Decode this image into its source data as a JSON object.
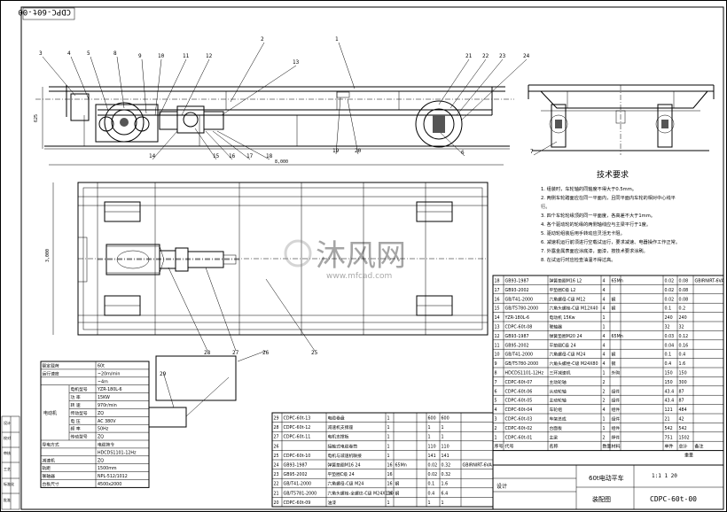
{
  "drawing_number_stamp": "CDPC-60t-00",
  "balloons_top": [
    "1",
    "2",
    "3",
    "4",
    "5",
    "6",
    "7",
    "8",
    "9",
    "10",
    "11",
    "12",
    "13",
    "14",
    "15",
    "16",
    "17",
    "18",
    "19",
    "20",
    "21",
    "22",
    "23",
    "24"
  ],
  "balloons_plan": [
    "25",
    "26",
    "27",
    "28",
    "29"
  ],
  "dims": {
    "overall_length": "8,000",
    "plan_width": "3,000",
    "side_height": "625"
  },
  "watermark": {
    "text": "沐风网",
    "url": "www.mfcad.com"
  },
  "tech_req": {
    "title": "技术要求",
    "items": [
      "1. 组装时，车轮轴的同轴度不得大于0.5mm。",
      "2. 两侧车轮踏面应在同一平面内，且同平面内车轮的相对中心线平",
      "   行。",
      "3. 四个车轮轮缘顶的同一平面度，各高差不大于1mm。",
      "4. 各个驱动轮的轮缘的两侧轴线应与主梁平行于1度。",
      "5. 驱动轮组装后用手转动应灵活无卡阻。",
      "6. 减速机运行前须进行空载试运行，要求减速、电器操作工作正常。",
      "7. 外露金属表面应涂底漆，面漆，按技术要求涂刷。",
      "8. 在试运行时应检查油温不得过高。"
    ]
  },
  "spec_table": {
    "rows": [
      [
        "额定载荷",
        "60t"
      ],
      [
        "运行速度",
        "~20m/min"
      ],
      [
        "",
        "~4m"
      ]
    ],
    "motor_group_label": "电动机",
    "motor_rows": [
      [
        "电机型号",
        "YZR-180L-6"
      ],
      [
        "功  率",
        "15KW"
      ],
      [
        "转  速",
        "970r/min"
      ],
      [
        "传动型号",
        "ZQ"
      ],
      [
        "电  压",
        "AC  380V"
      ],
      [
        "频  率",
        "50Hz"
      ],
      [
        "传动型号",
        "ZQ"
      ]
    ],
    "lower_rows": [
      [
        "导电方式",
        "电缆拖令"
      ],
      [
        "",
        "HDCDS1101-12Hz"
      ],
      [
        "减速机",
        "ZQ"
      ],
      [
        "轨距",
        "1500mm"
      ],
      [
        "联轴器",
        "NPL-512/1012"
      ],
      [
        "台板尺寸",
        "4500x2000"
      ]
    ]
  },
  "bom_upper": {
    "rows": [
      [
        "18",
        "GB93-1987",
        "弹簧垫圈M16 L2",
        "4",
        "65Mn",
        "",
        "0.02",
        "0.08",
        "GBIRNIRT-6VA"
      ],
      [
        "17",
        "GB93-2002",
        "平垫圈C级 L2",
        "4",
        "",
        "",
        "0.02",
        "0.08",
        ""
      ],
      [
        "16",
        "GB/T41-2000",
        "六角螺母-C级 M12",
        "4",
        "钢",
        "",
        "0.02",
        "0.08",
        ""
      ],
      [
        "15",
        "GB/T5780-2000",
        "六角头螺栓-C级 M12X40",
        "4",
        "钢",
        "",
        "0.1",
        "0.2",
        ""
      ],
      [
        "14",
        "YZR-180L-6",
        "电动机 15Kw",
        "1",
        "",
        "",
        "240",
        "240",
        ""
      ],
      [
        "13",
        "CDPC-60t-08",
        "联轴器",
        "1",
        "",
        "",
        "32",
        "32",
        ""
      ],
      [
        "12",
        "GB93-1987",
        "弹簧垫圈M20 24",
        "4",
        "65Mn",
        "",
        "0.03",
        "0.12",
        ""
      ],
      [
        "11",
        "GB95-2002",
        "平垫圈C级 24",
        "4",
        "",
        "",
        "0.04",
        "0.16",
        ""
      ],
      [
        "10",
        "GB/T41-2000",
        "六角螺母-C级 M24",
        "4",
        "钢",
        "",
        "0.1",
        "0.4",
        ""
      ],
      [
        "9",
        "GB/T5780-2000",
        "六角头螺栓-C级 M24X80",
        "4",
        "钢",
        "",
        "0.4",
        "1.6",
        ""
      ],
      [
        "8",
        "HDCDS1101-12Hz",
        "三环减速机",
        "1",
        "外购",
        "",
        "150",
        "150",
        ""
      ],
      [
        "7",
        "CDPC-60t-07",
        "主动轮轴",
        "2",
        "",
        "",
        "150",
        "300",
        ""
      ],
      [
        "6",
        "CDPC-60t-06",
        "从动轮轴",
        "2",
        "组件",
        "",
        "43.4",
        "87",
        ""
      ],
      [
        "5",
        "CDPC-60t-05",
        "主动轮轴",
        "2",
        "组件",
        "",
        "43.4",
        "87",
        ""
      ],
      [
        "4",
        "CDPC-60t-04",
        "车轮组",
        "4",
        "组件",
        "",
        "121",
        "484",
        ""
      ],
      [
        "3",
        "CDPC-60t-03",
        "车架总成",
        "1",
        "组件",
        "",
        "21",
        "42",
        ""
      ],
      [
        "2",
        "CDPC-60t-02",
        "台面板",
        "1",
        "组件",
        "",
        "542",
        "542",
        ""
      ],
      [
        "1",
        "CDPC-60t-01",
        "主梁",
        "2",
        "焊件",
        "",
        "751",
        "1502",
        ""
      ]
    ],
    "header": [
      "序号",
      "代号",
      "名称",
      "数量",
      "材料",
      "",
      "单件",
      "总计",
      "备注"
    ],
    "weight_label": "重量"
  },
  "bom_lower": {
    "rows": [
      [
        "29",
        "CDPC-60t-13",
        "电缆卷盘",
        "1",
        "",
        "",
        "600",
        "600",
        ""
      ],
      [
        "28",
        "CDPC-60t-12",
        "减速机支撑座",
        "1",
        "",
        "",
        "1",
        "1",
        ""
      ],
      [
        "27",
        "CDPC-60t-11",
        "电机支撑板",
        "1",
        "",
        "",
        "1",
        "1",
        ""
      ],
      [
        "26",
        "",
        "接触式电缆卷筒",
        "1",
        "",
        "",
        "110",
        "110",
        ""
      ],
      [
        "25",
        "CDPC-60t-10",
        "电机与减速机联接",
        "1",
        "",
        "",
        "141",
        "141",
        ""
      ],
      [
        "24",
        "GB93-1987",
        "弹簧垫圈M16 24",
        "16",
        "65Mn",
        "",
        "0.02",
        "0.32",
        "GBIRNIRT-6VA"
      ],
      [
        "23",
        "GB95-2002",
        "平垫圈C级 24",
        "16",
        "",
        "",
        "0.02",
        "0.32",
        ""
      ],
      [
        "22",
        "GB/T41-2000",
        "六角螺母-C级 M24",
        "16",
        "钢",
        "",
        "0.1",
        "1.6",
        ""
      ],
      [
        "21",
        "GB/T5781-2000",
        "六角头螺栓-全螺纹-C级 M24X110",
        "16",
        "钢",
        "",
        "0.4",
        "6.4",
        ""
      ],
      [
        "20",
        "CDPC-60t-09",
        "油漆",
        "1",
        "",
        "",
        "1",
        "1",
        ""
      ]
    ]
  },
  "title_block": {
    "product": "60t电动平车",
    "drawing_type": "装配图",
    "drawing_no": "CDPC-60t-00",
    "scale_row": "1:1  1  20",
    "designer_label": "设计"
  },
  "left_strip": [
    "设计",
    "校对",
    "审核",
    "工艺",
    "标准化",
    "批准"
  ]
}
